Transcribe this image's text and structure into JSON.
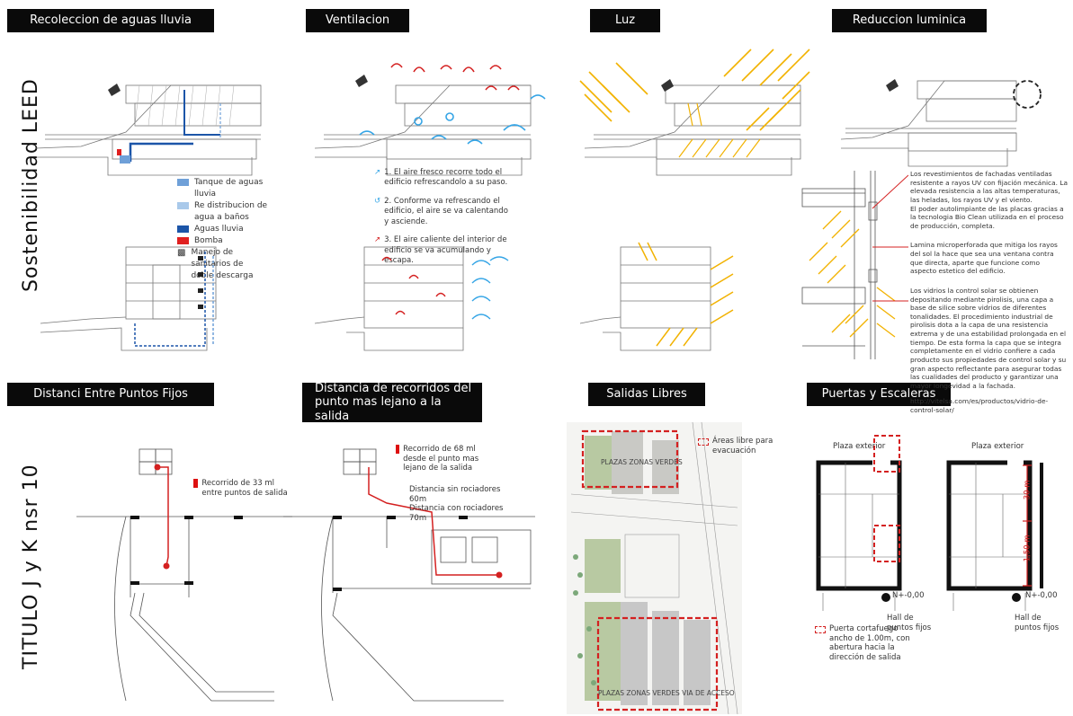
{
  "colors": {
    "red": "#d42020",
    "blue_dark": "#1c55a8",
    "blue": "#6fa0d8",
    "blue_light": "#a9c9ea",
    "yellow": "#f2b200",
    "cyan": "#35a5e6",
    "gray": "#8a8a8a"
  },
  "side_titles": {
    "top": "Sostenibilidad LEED",
    "bottom": "TITULO J y K nsr 10"
  },
  "headers": {
    "lluvia": "Recoleccion de aguas lluvia",
    "ventilacion": "Ventilacion",
    "luz": "Luz",
    "reduccion": "Reduccion luminica",
    "distancia_fijos": "Distanci Entre Puntos Fijos",
    "distancia_recorridos": "Distancia de recorridos del punto mas lejano a la salida",
    "salidas": "Salidas Libres",
    "puertas": "Puertas y Escaleras"
  },
  "lluvia_legend": [
    {
      "label": "Tanque de aguas lluvia",
      "color": "#6fa0d8",
      "icon": "swatch"
    },
    {
      "label": "Re distribucion de agua a baños",
      "color": "#a9c9ea",
      "icon": "swatch"
    },
    {
      "label": "Aguas lluvia",
      "color": "#1c55a8",
      "icon": "swatch"
    },
    {
      "label": "Bomba",
      "color": "#e02020",
      "icon": "swatch"
    },
    {
      "label": "Manejo de sanitarios de doble descarga",
      "color": "#111111",
      "icon": "toilet-icon"
    }
  ],
  "ventilacion_notes": [
    "1. El aire fresco recorre todo el edificio refrescandolo a su paso.",
    "2. Conforme va refrescando el edificio, el aire se va calentando y asciende.",
    "3. El aire caliente del interior de edificio se va acumulando y escapa."
  ],
  "reduccion_notes": [
    "Los revestimientos de fachadas ventiladas resistente a rayos UV con fijación mecánica. La elevada resistencia a las altas temperaturas, las heladas, los rayos UV y el viento.",
    "El poder autolimpiante de las placas gracias a la tecnologia Bio Clean utilizada en el proceso de producción, completa.",
    "Lamina microperforada que mitiga los rayos del sol la hace que sea una ventana contra que directa, aparte que funcione como aspecto estetico del edificio.",
    "Los vidrios la control solar se obtienen depositando mediante pirolisis, una capa a base de silice sobre vidrios de diferentes tonalidades. El procedimiento industrial de pirolisis dota a la capa de una resistencia extrema y de una estabilidad prolongada en el tiempo. De esta forma la capa que se integra completamente en el vidrio confiere a cada producto sus propiedades de control solar y su gran aspecto reflectante para asegurar todas las cualidades del producto y garantizar una mayor longevidad a la fachada.",
    "http://vitelsa.com/es/productos/vidrio-de-control-solar/"
  ],
  "fijos_label": "Recorrido de 33 ml entre puntos de salida",
  "recorrido": {
    "label": "Recorrido de 68 ml desde el punto mas lejano de la salida",
    "dist1": "Distancia sin rociadores 60m",
    "dist2": "Distancia con rociadores 70m"
  },
  "salidas": {
    "legend": "Áreas libre para evacuación",
    "top_zone": "PLAZAS ZONAS VERDES",
    "bottom_zone": "PLAZAS ZONAS VERDES VIA DE ACCESO"
  },
  "puertas": {
    "plaza1": "Plaza exterior",
    "plaza2": "Plaza exterior",
    "hall1": "Hall de puntos fijos",
    "hall2": "Hall de puntos fijos",
    "nivel1": "N+-0,00",
    "nivel2": "N+-0,00",
    "dim1": "30 m",
    "dim2": "1,50 m",
    "legend": "Puerta cortafuego ancho de 1.00m, con abertura hacia la dirección de salida"
  }
}
